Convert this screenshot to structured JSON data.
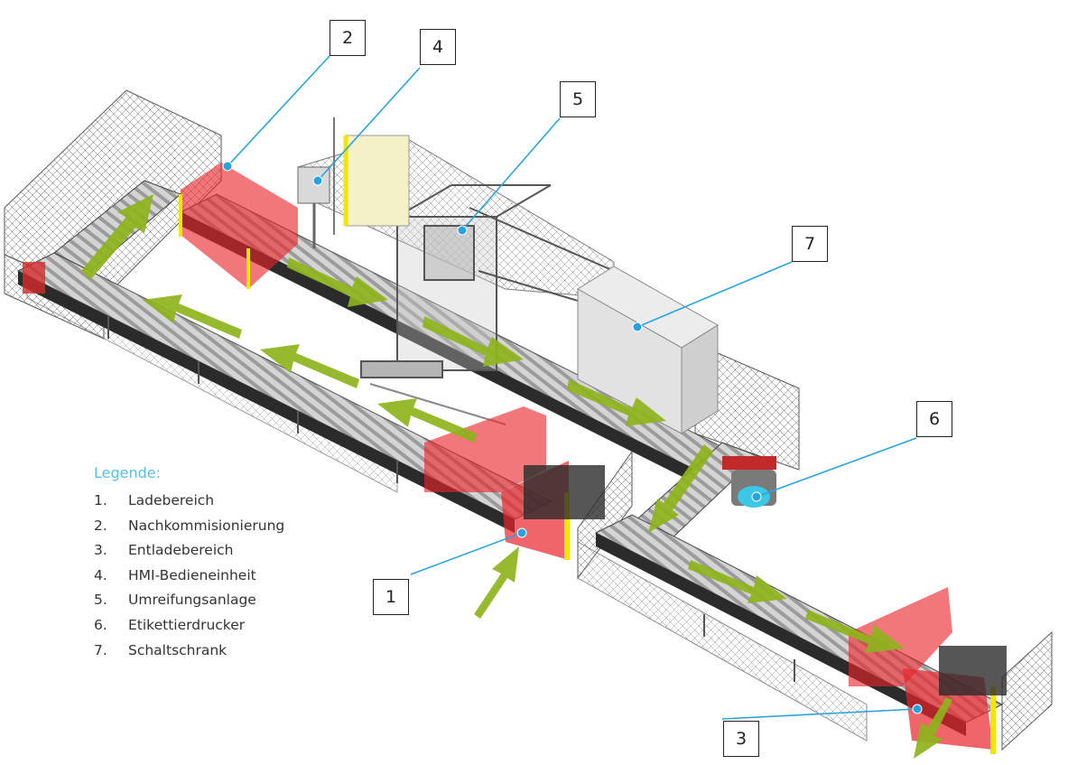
{
  "legend": {
    "title": "Legende:",
    "items": [
      {
        "num": "1.",
        "label": "Ladebereich"
      },
      {
        "num": "2.",
        "label": "Nachkommisionierung"
      },
      {
        "num": "3.",
        "label": "Entladebereich"
      },
      {
        "num": "4.",
        "label": "HMI-Bedieneinheit"
      },
      {
        "num": "5.",
        "label": "Umreifungsanlage"
      },
      {
        "num": "6.",
        "label": "Etikettierdrucker"
      },
      {
        "num": "7.",
        "label": "Schaltschrank"
      }
    ]
  },
  "callouts": [
    {
      "label": "1",
      "target": "Ladebereich"
    },
    {
      "label": "2",
      "target": "Nachkommisionierung"
    },
    {
      "label": "3",
      "target": "Entladebereich"
    },
    {
      "label": "4",
      "target": "HMI-Bedieneinheit"
    },
    {
      "label": "5",
      "target": "Umreifungsanlage"
    },
    {
      "label": "6",
      "target": "Etikettierdrucker"
    },
    {
      "label": "7",
      "target": "Schaltschrank"
    }
  ],
  "colors": {
    "leader": "#2aa4dc",
    "dot": "#29a3e0",
    "arrow": "#8eb31b",
    "safety_zone": "#e8232a",
    "yellow_post": "#f2e500",
    "fence": "#5a5a5a",
    "cabinet": "#e2e2e2",
    "legend_title": "#5bbde6"
  }
}
